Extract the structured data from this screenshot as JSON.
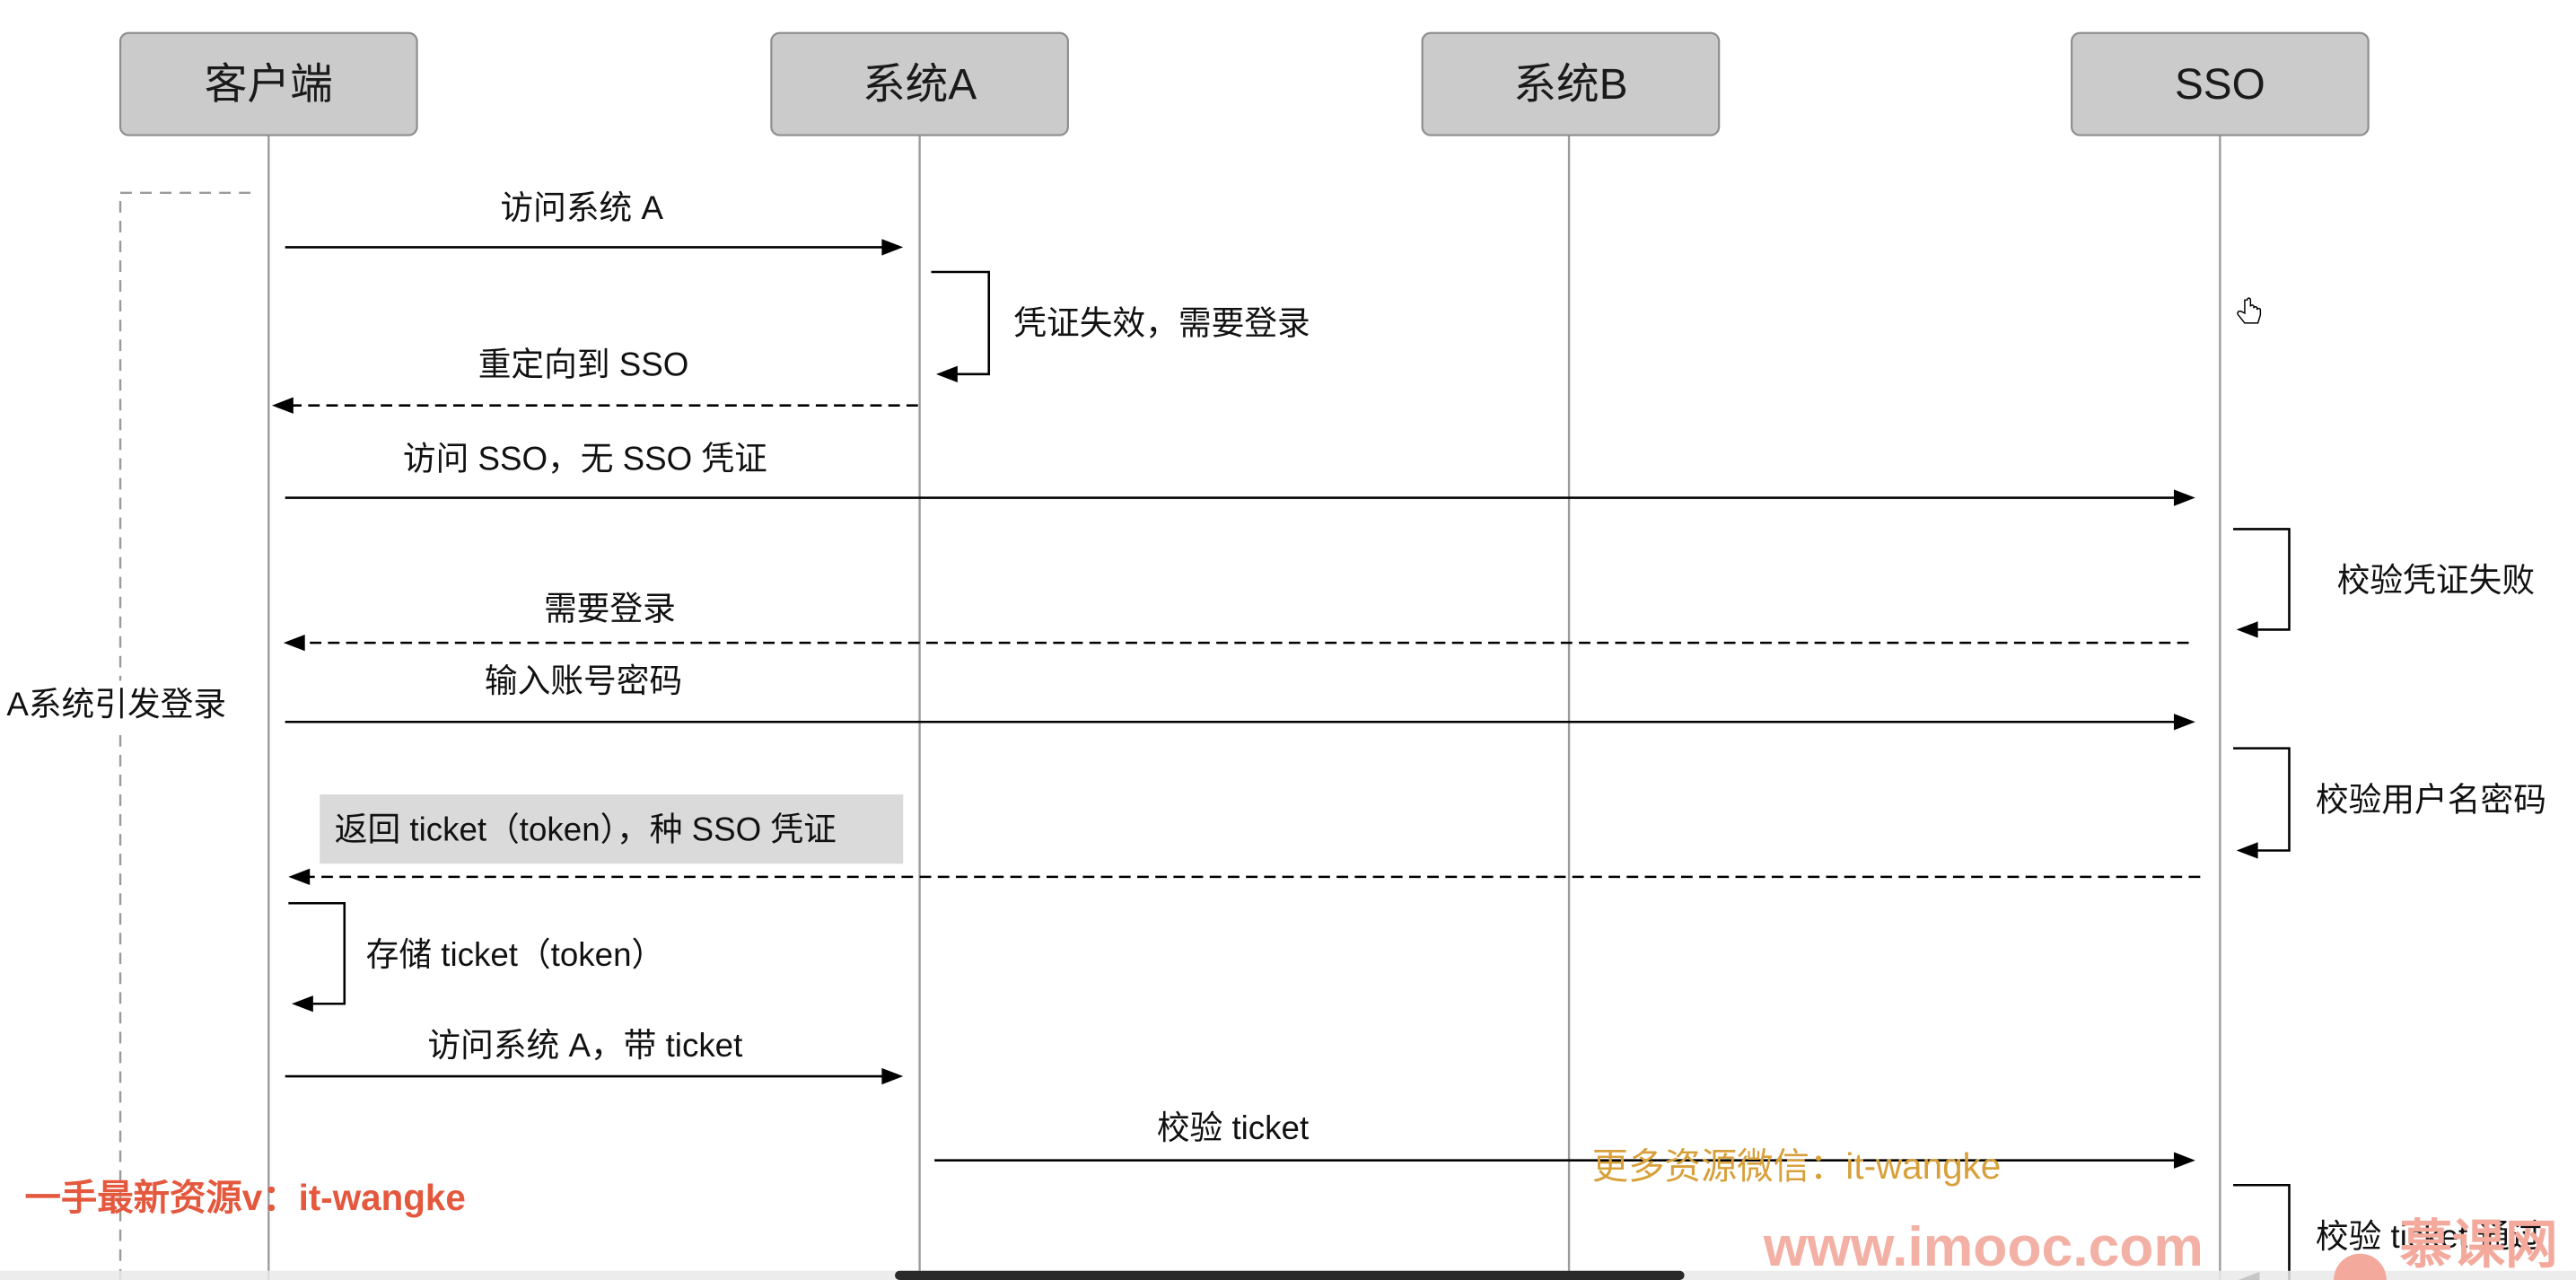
{
  "participants": [
    {
      "label": "客户端"
    },
    {
      "label": "系统A"
    },
    {
      "label": "系统B"
    },
    {
      "label": "SSO"
    }
  ],
  "group": {
    "label": "A系统引发登录"
  },
  "messages": [
    {
      "label": "访问系统 A",
      "from": 0,
      "to": 1,
      "dashed": false
    },
    {
      "label": "凭证失效，需要登录",
      "from": 1,
      "to": 1,
      "dashed": false
    },
    {
      "label": "重定向到 SSO",
      "from": 1,
      "to": 0,
      "dashed": true
    },
    {
      "label": "访问 SSO，无 SSO 凭证",
      "from": 0,
      "to": 3,
      "dashed": false
    },
    {
      "label": "校验凭证失败",
      "from": 3,
      "to": 3,
      "dashed": false
    },
    {
      "label": "需要登录",
      "from": 3,
      "to": 0,
      "dashed": true
    },
    {
      "label": "输入账号密码",
      "from": 0,
      "to": 3,
      "dashed": false
    },
    {
      "label": "校验用户名密码",
      "from": 3,
      "to": 3,
      "dashed": false
    },
    {
      "label": "返回 ticket（token），种 SSO 凭证",
      "from": 3,
      "to": 0,
      "dashed": true,
      "highlighted": true
    },
    {
      "label": "存储 ticket（token）",
      "from": 0,
      "to": 0,
      "dashed": false
    },
    {
      "label": "访问系统 A，带 ticket",
      "from": 0,
      "to": 1,
      "dashed": false
    },
    {
      "label": "校验 ticket",
      "from": 1,
      "to": 3,
      "dashed": false
    },
    {
      "label": "校验 ticket 通过",
      "from": 3,
      "to": 3,
      "dashed": false
    }
  ],
  "watermarks": [
    {
      "text": "一手最新资源v：it-wangke",
      "color": "#e4583e"
    },
    {
      "text": "更多资源微信：it-wangke",
      "color": "#d8a03a"
    },
    {
      "text": "www.imooc.com",
      "color": "#f3b0a4"
    },
    {
      "text": "慕课网",
      "color": "#f3a99c"
    }
  ],
  "icons": {
    "cursor": "hand-pointer-icon",
    "logo": "imooc-logo-icon"
  },
  "colors": {
    "background": "#ffffff",
    "participant_fill": "#cbcbcb",
    "participant_border": "#8e8e8e",
    "lifeline": "#9c9c9c",
    "arrow": "#000000",
    "highlight_label_bg": "#dadada",
    "video_bar": "#2a2a2a"
  }
}
